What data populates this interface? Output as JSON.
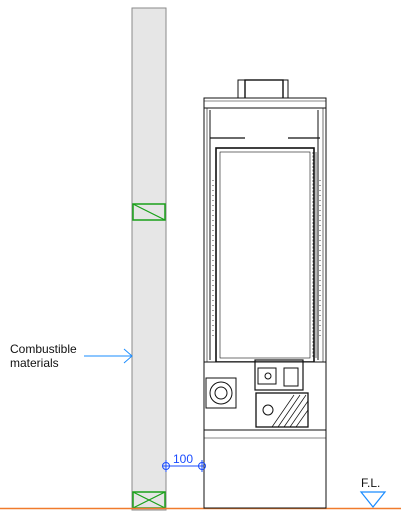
{
  "annotations": {
    "combustible_line1": "Combustible",
    "combustible_line2": "materials",
    "clearance_dimension": "100",
    "floor_level": "F.L."
  },
  "colors": {
    "wall_fill": "#e6e6e6",
    "batten": "#1aa11a",
    "dimension": "#1a4cff",
    "floor_line": "#f07b2c",
    "floor_marker": "#1a8cff",
    "outline": "#111111"
  }
}
